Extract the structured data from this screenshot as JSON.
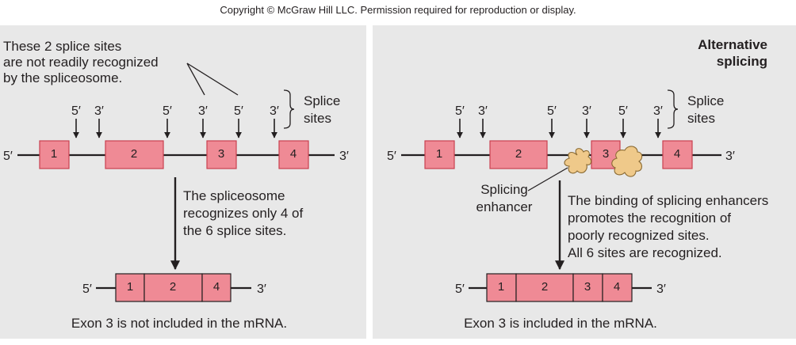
{
  "copyright": "Copyright © McGraw Hill LLC. Permission required for reproduction or display.",
  "colors": {
    "exon": "#ef8a95",
    "exon_border": "#c9404f",
    "panel_bg": "#e8e8e8",
    "enhancer": "#efc98a"
  },
  "left": {
    "note": [
      "These 2 splice sites",
      "are not readily recognized",
      "by the spliceosome."
    ],
    "sites": [
      "5′",
      "3′",
      "5′",
      "3′",
      "5′",
      "3′"
    ],
    "brace_label": [
      "Splice",
      "sites"
    ],
    "five_prime": "5′",
    "three_prime": "3′",
    "exons": [
      "1",
      "2",
      "3",
      "4"
    ],
    "arrow_label": [
      "The spliceosome",
      "recognizes only 4 of",
      "the 6 splice sites."
    ],
    "mrna": {
      "five_prime": "5′",
      "three_prime": "3′",
      "exons": [
        "1",
        "2",
        "4"
      ]
    },
    "caption": "Exon 3 is not included in the mRNA."
  },
  "right": {
    "title": [
      "Alternative",
      "splicing"
    ],
    "sites": [
      "5′",
      "3′",
      "5′",
      "3′",
      "5′",
      "3′"
    ],
    "brace_label": [
      "Splice",
      "sites"
    ],
    "five_prime": "5′",
    "three_prime": "3′",
    "exons": [
      "1",
      "2",
      "3",
      "4"
    ],
    "enhancer_label": [
      "Splicing",
      "enhancer"
    ],
    "arrow_label": [
      "The binding of splicing enhancers",
      "promotes the recognition of",
      "poorly recognized sites.",
      "All 6 sites are recognized."
    ],
    "mrna": {
      "five_prime": "5′",
      "three_prime": "3′",
      "exons": [
        "1",
        "2",
        "3",
        "4"
      ]
    },
    "caption": "Exon 3 is included in the mRNA."
  }
}
